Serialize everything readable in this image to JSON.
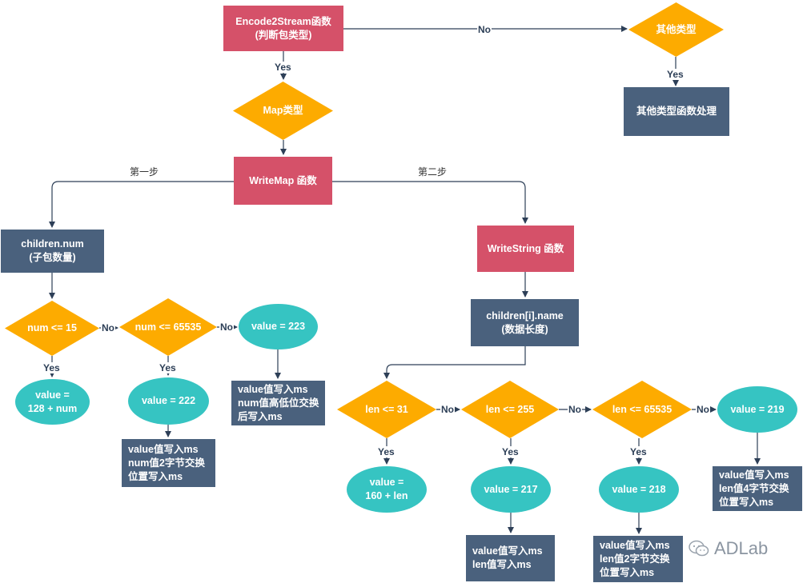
{
  "nodes": {
    "encode": [
      "Encode2Stream函数",
      "(判断包类型)"
    ],
    "other_type": "其他类型",
    "other_handler": "其他类型函数处理",
    "map_type": "Map类型",
    "writemap": "WriteMap 函数",
    "children_num": [
      "children.num",
      "(子包数量)"
    ],
    "num15": "num <= 15",
    "num65535": "num <= 65535",
    "v223": "value = 223",
    "v128": [
      "value =",
      "128 + num"
    ],
    "v222": "value = 222",
    "note_ms1": [
      "value值写入ms",
      "num值2字节交换",
      "位置写入ms"
    ],
    "note_ms2": [
      "value值写入ms",
      "num值高低位交换",
      "后写入ms"
    ],
    "writestring": "WriteString 函数",
    "children_name": [
      "children[i].name",
      "(数据长度)"
    ],
    "len31": "len <= 31",
    "len255": "len <= 255",
    "len65535": "len <= 65535",
    "v219": "value = 219",
    "v160": [
      "value =",
      "160 + len"
    ],
    "v217": "value = 217",
    "v218": "value = 218",
    "note_s1": [
      "value值写入ms",
      "len值写入ms"
    ],
    "note_s2": [
      "value值写入ms",
      "len值2字节交换",
      "位置写入ms"
    ],
    "note_s3": [
      "value值写入ms",
      "len值4字节交换",
      "位置写入ms"
    ]
  },
  "edge_labels": {
    "yes": "Yes",
    "no": "No",
    "step1": "第一步",
    "step2": "第二步"
  },
  "watermark": "ADLab",
  "colors": {
    "red": "#d55169",
    "dark": "#4a617d",
    "orange": "#fdab00",
    "teal": "#36c4c2",
    "edge": "#2d3f57"
  }
}
